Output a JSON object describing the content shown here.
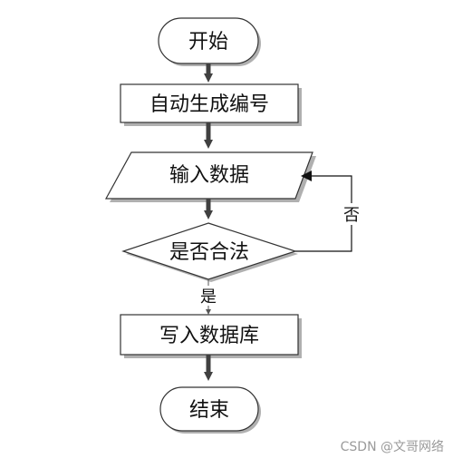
{
  "flowchart": {
    "nodes": {
      "start": "开始",
      "generate_id": "自动生成编号",
      "input_data": "输入数据",
      "is_valid": "是否合法",
      "write_db": "写入数据库",
      "end": "结束"
    },
    "edges": {
      "yes_label": "是",
      "no_label": "否"
    }
  },
  "watermark": "CSDN @文哥网络"
}
